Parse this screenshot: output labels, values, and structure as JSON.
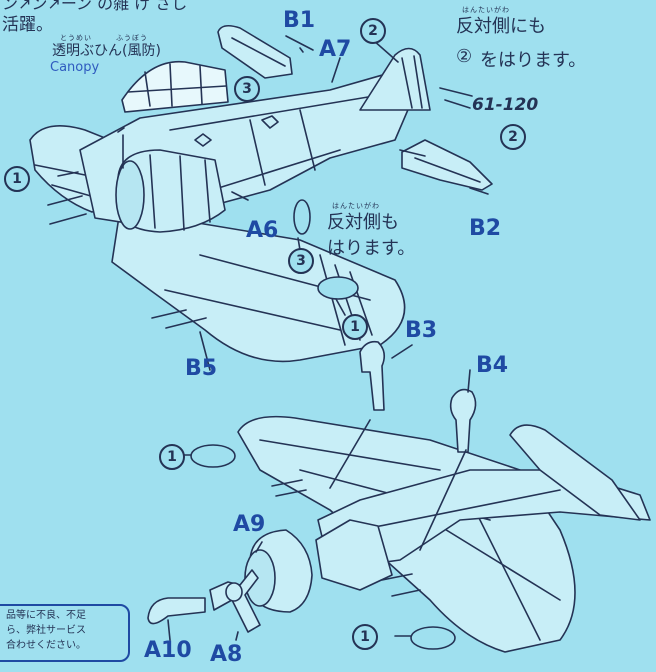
{
  "header_fragment": "ン↗ン↗ーン の雑 け さし",
  "header_line2": "活躍。",
  "canopy": {
    "jp": "透明ぶひん(風防)",
    "ruby": "とうめい　　　ふうぼう",
    "en": "Canopy"
  },
  "parts": {
    "B1": "B1",
    "A7": "A7",
    "A6": "A6",
    "B2": "B2",
    "B5": "B5",
    "B3": "B3",
    "B4": "B4",
    "A9": "A9",
    "A10": "A10",
    "A8": "A8"
  },
  "decal_code": "61-120",
  "circled_numbers": {
    "one": "1",
    "two": "2",
    "three": "3"
  },
  "note_opposite_side_2": {
    "line1": "反対側にも",
    "line2_prefix": "②",
    "line2": "をはります。",
    "ruby": "はんたいがわ"
  },
  "note_opposite_side_3": {
    "line1": "反対側も",
    "line2": "はります。",
    "ruby": "はんたいがわ"
  },
  "footer_note": {
    "line1": "品等に不良、不足",
    "line2": "ら、弊社サービス",
    "line3": "合わせください。"
  },
  "colors": {
    "background": "#9fe0ef",
    "label_blue": "#1f4aa3",
    "ink": "#243355",
    "part_fill": "#c8eef7"
  }
}
